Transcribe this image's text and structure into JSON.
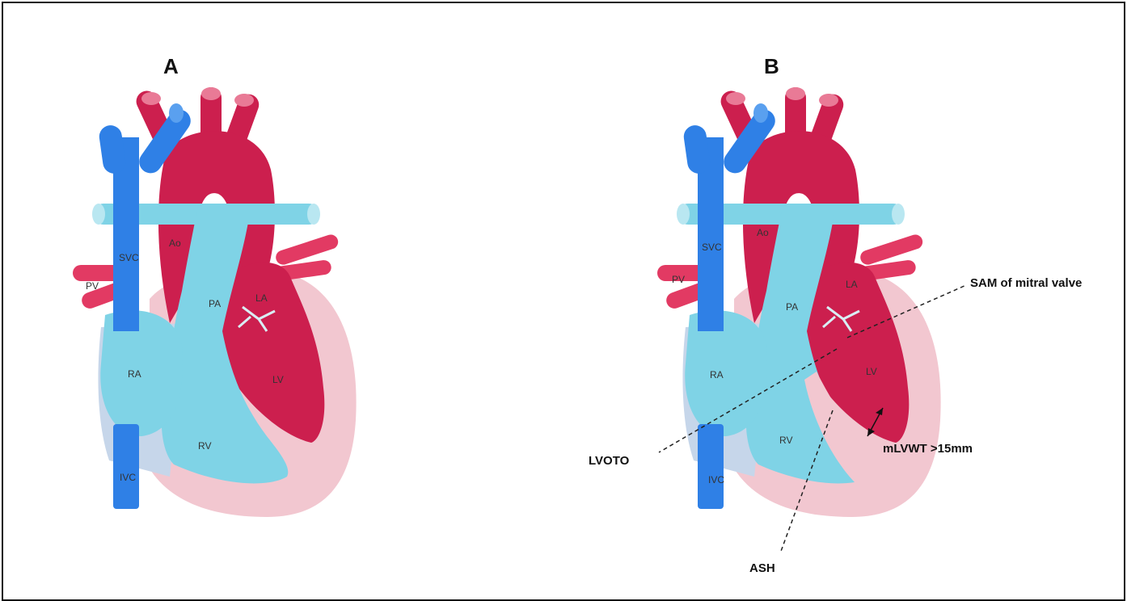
{
  "panels": [
    {
      "label": "A",
      "structures": {
        "svc": "SVC",
        "pv": "PV",
        "ao": "Ao",
        "pa": "PA",
        "la": "LA",
        "ra": "RA",
        "lv": "LV",
        "rv": "RV",
        "ivc": "IVC"
      }
    },
    {
      "label": "B",
      "structures": {
        "svc": "SVC",
        "pv": "PV",
        "ao": "Ao",
        "pa": "PA",
        "la": "LA",
        "ra": "RA",
        "lv": "LV",
        "rv": "RV",
        "ivc": "IVC"
      },
      "callouts": {
        "sam": "SAM of mitral valve",
        "lvoto": "LVOTO",
        "mlvwt": "mLVWT >15mm",
        "ash": "ASH"
      }
    }
  ],
  "colors": {
    "vein_blue": "#2f80e6",
    "pa_light": "#7fd3e6",
    "aorta_red": "#cc1f4e",
    "pv_pink": "#e23a63",
    "myocardium_pink": "#f2c7d0",
    "ra_lilac": "#c6d6ea"
  }
}
